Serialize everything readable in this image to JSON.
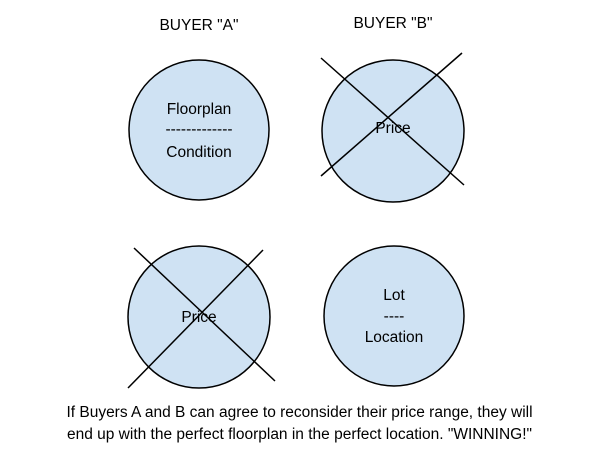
{
  "colors": {
    "circle_fill": "#cfe2f3",
    "circle_stroke": "#000000",
    "cross_stroke": "#000000",
    "text": "#000000"
  },
  "headers": {
    "buyer_a": "BUYER \"A\"",
    "buyer_b": "BUYER \"B\""
  },
  "circles": {
    "top_left": {
      "line1": "Floorplan",
      "separator": "-------------",
      "line2": "Condition",
      "crossed_out": false
    },
    "top_right": {
      "label": "Price",
      "crossed_out": true
    },
    "bottom_left": {
      "label": "Price",
      "crossed_out": true
    },
    "bottom_right": {
      "line1": "Lot",
      "separator": "----",
      "line2": "Location",
      "crossed_out": false
    }
  },
  "caption": {
    "line1": "If Buyers A and B can agree to reconsider their price range, they will",
    "line2": "end up with the perfect floorplan in the perfect location.  \"WINNING!\""
  }
}
